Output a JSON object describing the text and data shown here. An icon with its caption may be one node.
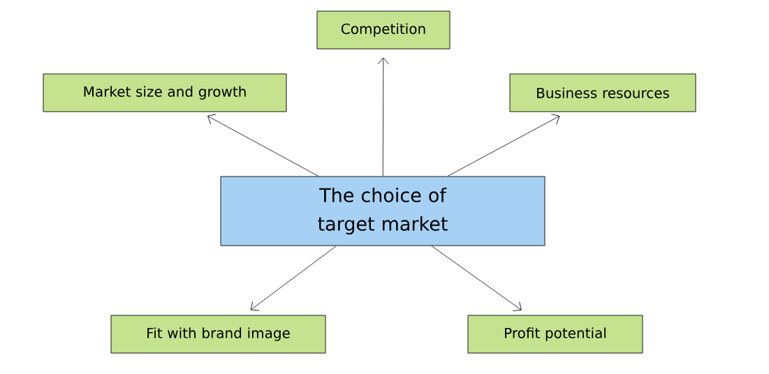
{
  "diagram": {
    "nodes": [
      {
        "text": [
          "The choice of target market"
        ]
      },
      {
        "text": [
          "Competition"
        ]
      },
      {
        "text": [
          "Market size and growth"
        ]
      },
      {
        "text": [
          "Business resources"
        ]
      },
      {
        "text": [
          "Fit with brand image"
        ]
      },
      {
        "text": [
          "Profit potential"
        ]
      }
    ],
    "edges": [
      {
        "from": 0,
        "to": 1,
        "arrow": "to"
      },
      {
        "from": 0,
        "to": 2,
        "arrow": "to"
      },
      {
        "from": 0,
        "to": 3,
        "arrow": "to"
      },
      {
        "from": 0,
        "to": 4,
        "arrow": "to"
      },
      {
        "from": 0,
        "to": 5,
        "arrow": "to"
      }
    ]
  }
}
